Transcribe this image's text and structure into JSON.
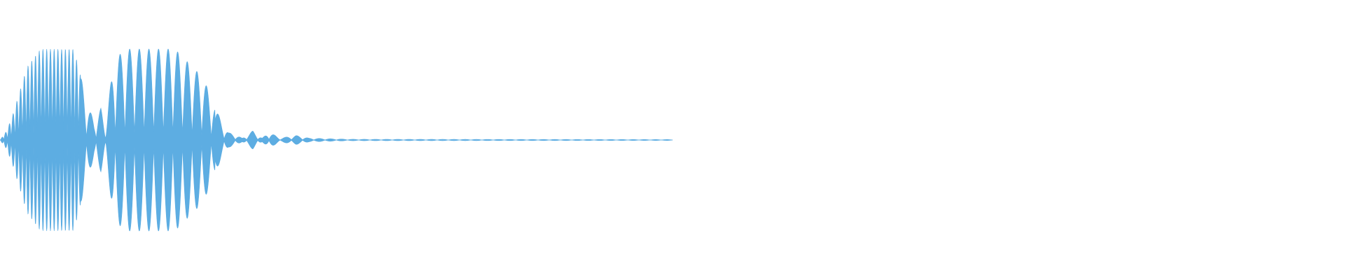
{
  "waveform": {
    "color": "#5DADE2",
    "background": "#FFFFFF",
    "channel_count": 1,
    "normalized_envelope": [
      [
        0.0,
        0.0
      ],
      [
        0.005,
        0.1
      ],
      [
        0.01,
        0.3
      ],
      [
        0.015,
        0.55
      ],
      [
        0.02,
        0.8
      ],
      [
        0.03,
        1.0
      ],
      [
        0.055,
        1.0
      ],
      [
        0.06,
        0.7
      ],
      [
        0.065,
        0.4
      ],
      [
        0.07,
        0.2
      ],
      [
        0.075,
        0.35
      ],
      [
        0.078,
        0.15
      ],
      [
        0.085,
        0.9
      ],
      [
        0.095,
        1.0
      ],
      [
        0.13,
        1.0
      ],
      [
        0.14,
        0.85
      ],
      [
        0.15,
        0.7
      ],
      [
        0.155,
        0.55
      ],
      [
        0.16,
        0.35
      ],
      [
        0.165,
        0.2
      ],
      [
        0.17,
        0.08
      ],
      [
        0.175,
        0.06
      ],
      [
        0.18,
        0.02
      ],
      [
        0.188,
        0.1
      ],
      [
        0.195,
        0.02
      ],
      [
        0.2,
        0.09
      ],
      [
        0.208,
        0.02
      ],
      [
        0.22,
        0.05
      ],
      [
        0.23,
        0.02
      ],
      [
        0.26,
        0.008
      ],
      [
        0.5,
        0.005
      ]
    ]
  }
}
